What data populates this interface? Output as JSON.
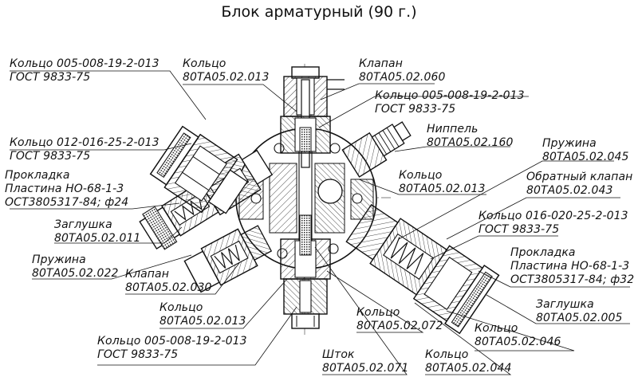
{
  "title": "Блок арматурный (90 г.)",
  "callouts": [
    {
      "id": "ring-005-top-left",
      "lines": [
        "Кольцо 005-008-19-2-013",
        "ГОСТ 9833-75"
      ]
    },
    {
      "id": "ring-top",
      "lines": [
        "Кольцо",
        "80ТА05.02.013"
      ]
    },
    {
      "id": "valve-top",
      "lines": [
        "Клапан",
        "80ТА05.02.060"
      ]
    },
    {
      "id": "ring-005-top-right",
      "lines": [
        "Кольцо 005-008-19-2-013",
        "ГОСТ 9833-75"
      ]
    },
    {
      "id": "ring-012",
      "lines": [
        "Кольцо 012-016-25-2-013",
        "ГОСТ 9833-75"
      ]
    },
    {
      "id": "nipple",
      "lines": [
        "Ниппель",
        "80ТА05.02.160"
      ]
    },
    {
      "id": "spring-right",
      "lines": [
        "Пружина",
        "80ТА05.02.045"
      ]
    },
    {
      "id": "gasket-left",
      "lines": [
        "Прокладка",
        "Пластина НО-68-1-3",
        "ОСТ3805317-84; ф24"
      ]
    },
    {
      "id": "ring-center-right",
      "lines": [
        "Кольцо",
        "80ТА05.02.013"
      ]
    },
    {
      "id": "check-valve",
      "lines": [
        "Обратный клапан",
        "80ТА05.02.043"
      ]
    },
    {
      "id": "plug-left",
      "lines": [
        "Заглушка",
        "80ТА05.02.011"
      ]
    },
    {
      "id": "ring-016",
      "lines": [
        "Кольцо 016-020-25-2-013",
        "ГОСТ 9833-75"
      ]
    },
    {
      "id": "spring-left",
      "lines": [
        "Пружина",
        "80ТА05.02.022"
      ]
    },
    {
      "id": "gasket-right",
      "lines": [
        "Прокладка",
        "Пластина НО-68-1-3",
        "ОСТ3805317-84; ф32"
      ]
    },
    {
      "id": "valve-left",
      "lines": [
        "Клапан",
        "80ТА05.02.030"
      ]
    },
    {
      "id": "ring-lower-left",
      "lines": [
        "Кольцо",
        "80ТА05.02.013"
      ]
    },
    {
      "id": "ring-072",
      "lines": [
        "Кольцо",
        "80ТА05.02.072"
      ]
    },
    {
      "id": "plug-right",
      "lines": [
        "Заглушка",
        "80ТА05.02.005"
      ]
    },
    {
      "id": "ring-005-bottom",
      "lines": [
        "Кольцо 005-008-19-2-013",
        "ГОСТ 9833-75"
      ]
    },
    {
      "id": "ring-046",
      "lines": [
        "Кольцо",
        "80ТА05.02.046"
      ]
    },
    {
      "id": "rod",
      "lines": [
        "Шток",
        "80ТА05.02.071"
      ]
    },
    {
      "id": "ring-044",
      "lines": [
        "Кольцо",
        "80ТА05.02.044"
      ]
    }
  ]
}
